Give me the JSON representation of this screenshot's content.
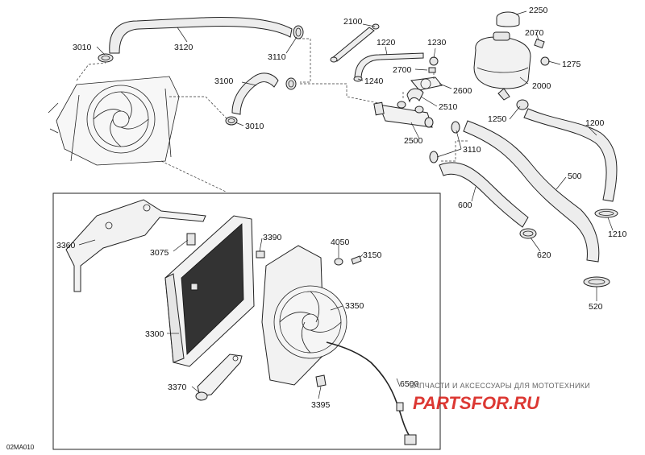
{
  "diagram_code": "02MA010",
  "watermark": {
    "tagline": "ЗАПЧАСТИ И АКСЕССУАРЫ ДЛЯ МОТОТЕХНИКИ",
    "brand": "PARTSFOR.RU"
  },
  "labels": {
    "p3010a": "3010",
    "p3120": "3120",
    "p3110a": "3110",
    "p2100": "2100",
    "p1220": "1220",
    "p1230": "1230",
    "p2250": "2250",
    "p2070": "2070",
    "p1275": "1275",
    "p2700": "2700",
    "p1240": "1240",
    "p2600": "2600",
    "p2000": "2000",
    "p3100": "3100",
    "p3010b": "3010",
    "p2510": "2510",
    "p1250": "1250",
    "p1200": "1200",
    "p2500": "2500",
    "p3110b": "3110",
    "p500": "500",
    "p600": "600",
    "p1210": "1210",
    "p620": "620",
    "p520": "520",
    "p3360": "3360",
    "p3075": "3075",
    "p3390": "3390",
    "p4050": "4050",
    "p3150": "3150",
    "p3350": "3350",
    "p3300": "3300",
    "p3370": "3370",
    "p3395": "3395",
    "p6500": "6500"
  }
}
